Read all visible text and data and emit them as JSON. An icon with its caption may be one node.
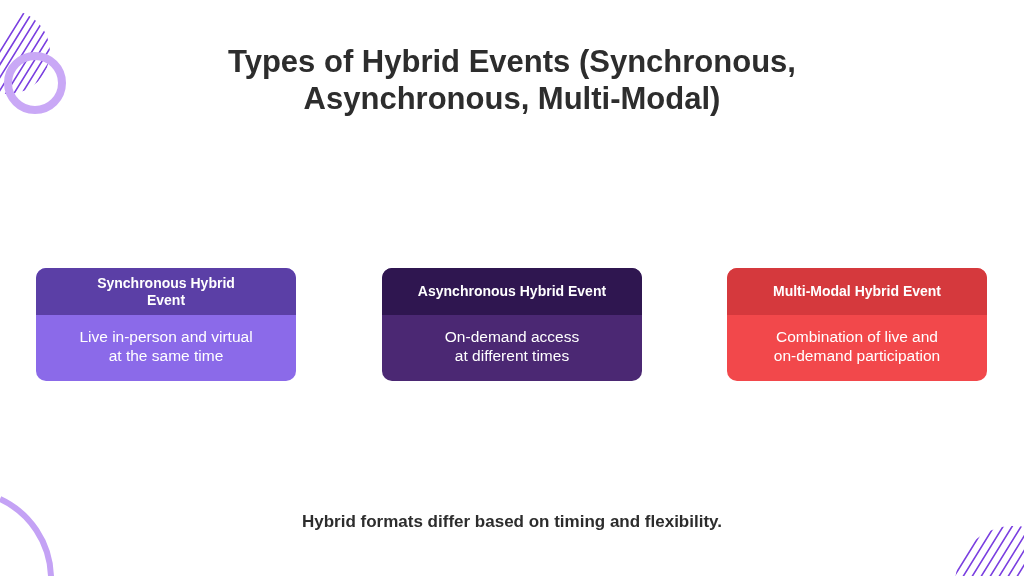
{
  "diagram": {
    "title": "Types of Hybrid Events (Synchronous, Asynchronous, Multi-Modal)",
    "nodes": [
      {
        "text": [
          "Synchronous Hybrid Event",
          "Live in-person and virtual at the same time"
        ]
      },
      {
        "text": [
          "Asynchronous Hybrid Event",
          "On-demand access at different times"
        ]
      },
      {
        "text": [
          "Multi-Modal Hybrid Event",
          "Combination of live and on-demand participation"
        ]
      }
    ],
    "caption": "Hybrid formats differ based on timing and flexibility."
  }
}
